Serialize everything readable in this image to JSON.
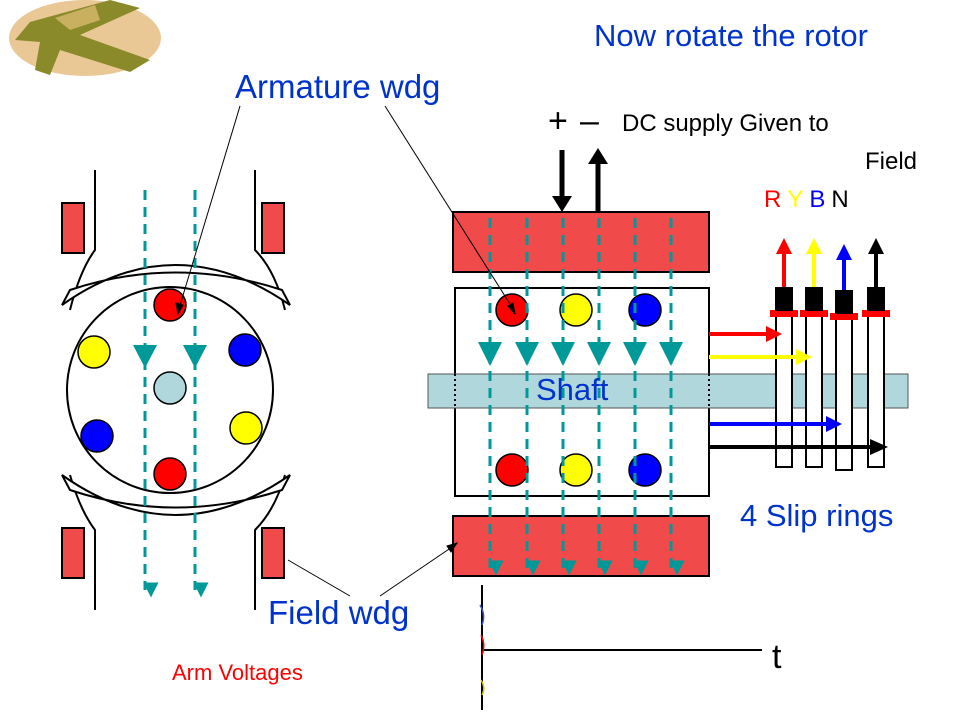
{
  "title": "Now rotate the rotor",
  "labels": {
    "armature": "Armature wdg",
    "field": "Field wdg",
    "shaft": "Shaft",
    "dc_supply_line1": "DC supply Given to",
    "dc_supply_line2": "Field",
    "plus": "+",
    "minus": "–",
    "slip_rings": "4 Slip rings",
    "arm_voltages": "Arm Voltages",
    "time_axis": "t"
  },
  "phases": [
    {
      "label": "R",
      "color": "#ff0000"
    },
    {
      "label": "Y",
      "color": "#ffff00"
    },
    {
      "label": "B",
      "color": "#0000ff"
    },
    {
      "label": "N",
      "color": "#000000"
    }
  ],
  "colors": {
    "pole": "#f04a4a",
    "flux": "#009999",
    "shaft": "#b0d8dc",
    "title_text": "#0033cc"
  },
  "icons": [
    "logo-aircraft-icon"
  ]
}
